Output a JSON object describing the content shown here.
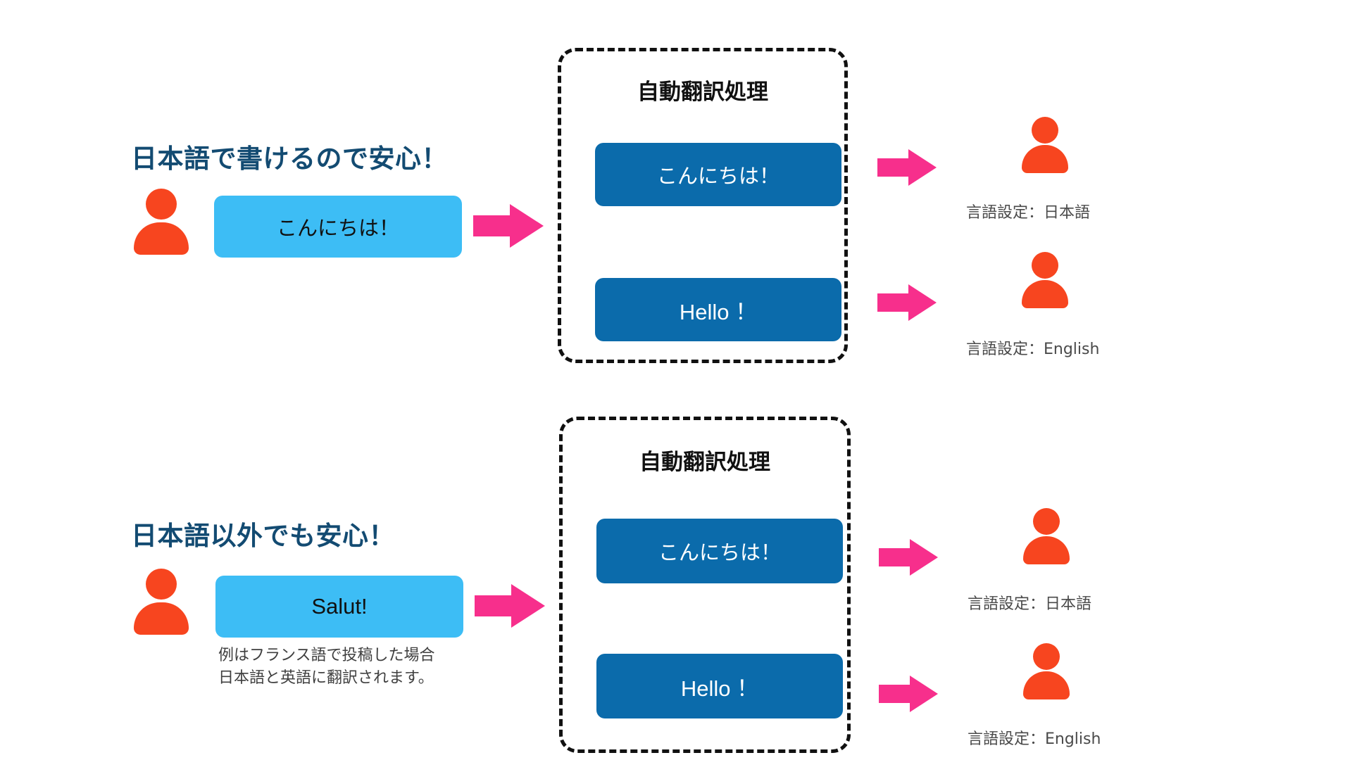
{
  "colors": {
    "heading": "#134B72",
    "bubble_light": "#3DBDF5",
    "bubble_dark": "#0B6BAB",
    "person": "#F7451F",
    "arrow": "#F72F8C",
    "dashed_border": "#111111",
    "background": "#ffffff",
    "label_text": "#4A4A4A"
  },
  "sections": [
    {
      "heading": "日本語で書けるので安心！",
      "source": {
        "icon": "person-icon",
        "message": "こんにちは！"
      },
      "arrow_in": "arrow-right-icon",
      "process": {
        "title": "自動翻訳処理",
        "outputs": [
          {
            "message": "こんにちは！"
          },
          {
            "message": "Hello ！"
          }
        ]
      },
      "recipients": [
        {
          "icon": "person-icon",
          "label": "言語設定：日本語"
        },
        {
          "icon": "person-icon",
          "label": "言語設定：English"
        }
      ]
    },
    {
      "heading": "日本語以外でも安心！",
      "source": {
        "icon": "person-icon",
        "message": "Salut!",
        "note": "例はフランス語で投稿した場合\n日本語と英語に翻訳されます。"
      },
      "arrow_in": "arrow-right-icon",
      "process": {
        "title": "自動翻訳処理",
        "outputs": [
          {
            "message": "こんにちは！"
          },
          {
            "message": "Hello ！"
          }
        ]
      },
      "recipients": [
        {
          "icon": "person-icon",
          "label": "言語設定：日本語"
        },
        {
          "icon": "person-icon",
          "label": "言語設定：English"
        }
      ]
    }
  ]
}
